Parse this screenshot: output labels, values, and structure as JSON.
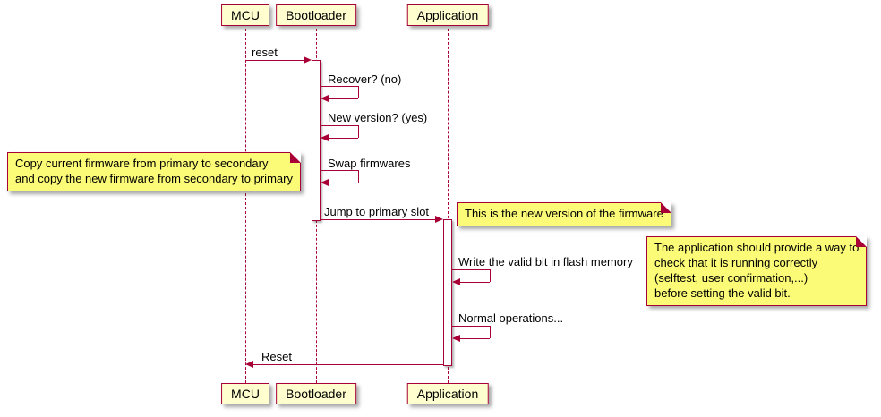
{
  "participants": {
    "mcu": {
      "label": "MCU"
    },
    "bootloader": {
      "label": "Bootloader"
    },
    "application": {
      "label": "Application"
    }
  },
  "messages": {
    "reset": {
      "label": "reset"
    },
    "recover": {
      "label": "Recover? (no)"
    },
    "new_version": {
      "label": "New version? (yes)"
    },
    "swap": {
      "label": "Swap firmwares"
    },
    "jump": {
      "label": "Jump to primary slot"
    },
    "write_valid": {
      "label": "Write the valid bit in flash memory"
    },
    "normal_ops": {
      "label": "Normal operations..."
    },
    "reset_return": {
      "label": "Reset"
    }
  },
  "notes": {
    "copy_firmware": {
      "text": "Copy current firmware from primary to secondary\nand copy the new firmware from secondary to primary"
    },
    "new_firmware_version": {
      "text": "This is the new version of the firmware"
    },
    "valid_bit": {
      "text": "The application should provide a way to\ncheck that it is running correctly\n(selftest, user confirmation,...)\nbefore setting the valid bit."
    }
  },
  "colors": {
    "line": "#A80036",
    "participant_fill": "#FEFECE",
    "note_fill": "#FBFB77"
  }
}
